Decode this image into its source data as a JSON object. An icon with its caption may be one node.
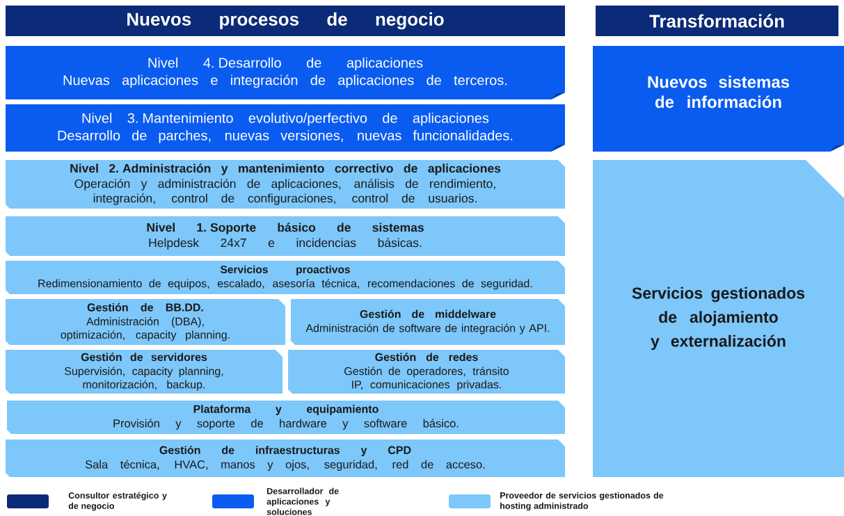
{
  "diagram": {
    "nodes": [
      {
        "text": [
          "Nuevos procesos de negocio"
        ]
      },
      {
        "text": [
          "Transformación"
        ]
      },
      {
        "text": [
          "Nivel 4. Desarrollo de aplicaciones",
          "Nuevas aplicaciones e integración de aplicaciones de terceros."
        ]
      },
      {
        "text": [
          "Nivel 3.  Mantenimiento evolutivo/perfectivo de aplicaciones",
          "Desarrollo de parches, nuevas versiones, nuevas funcionalidades."
        ]
      },
      {
        "text": [
          "Nivel 2. Administración y mantenimiento correctivo de aplicaciones",
          "Operación y administración de aplicaciones, análisis de rendimiento, integración, control de configuraciones, control de usuarios."
        ]
      },
      {
        "text": [
          "Nivel 1. Soporte básico de sistemas",
          "Helpdesk 24x7 e incidencias básicas."
        ]
      },
      {
        "text": [
          "Servicios proactivos",
          "Redimensionamiento de equipos, escalado, asesoría técnica, recomendaciones de seguridad."
        ]
      },
      {
        "text": [
          "Gestión de BB.DD.",
          "Administración (DBA), optimización, capacity planning."
        ]
      },
      {
        "text": [
          "Gestión de middelware",
          "Administración de software de integración y API."
        ]
      },
      {
        "text": [
          "Gestión de servidores",
          "Supervisión, capacity planning, monitorización, backup."
        ]
      },
      {
        "text": [
          "Gestión de redes",
          "Gestión de operadores, tránsito IP, comunicaciones privadas."
        ]
      },
      {
        "text": [
          "Plataforma y equipamiento",
          "Provisión y soporte de hardware y software básico."
        ]
      },
      {
        "text": [
          "Gestión de infraestructuras y CPD",
          "Sala técnica,  HVAC, manos y ojos, seguridad, red de acceso."
        ]
      },
      {
        "text": [
          "Nuevos sistemas  de información"
        ]
      },
      {
        "text": [
          "Servicios gestionados de alojamiento y externalización"
        ]
      }
    ],
    "legend": [
      {
        "text": "Consultor estratégico y de negocio",
        "color": "#0b2a78"
      },
      {
        "text": "Desarrollador de aplicaciones y soluciones",
        "color": "#0a5cf0"
      },
      {
        "text": "Proveedor de servicios gestionados de hosting administrado",
        "color": "#7dc7fb"
      }
    ]
  }
}
